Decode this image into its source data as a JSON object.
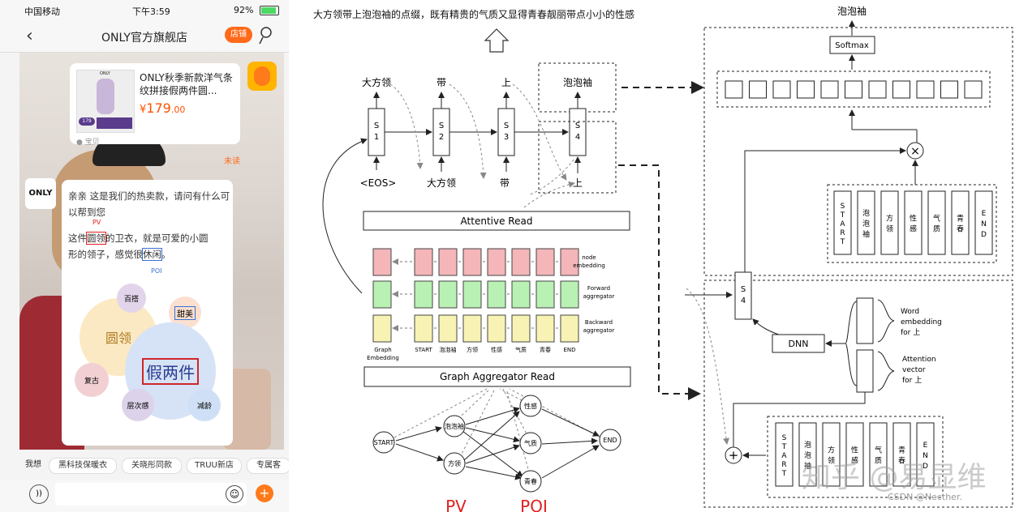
{
  "phone": {
    "carrier": "中国移动",
    "time": "下午3:59",
    "battery": "92%",
    "title": "ONLY官方旗舰店",
    "store_button": "店铺",
    "product": {
      "name": "ONLY秋季新款洋气条纹拼接假两件圆...",
      "price_symbol": "¥",
      "price_int": "179",
      "price_dec": ".00",
      "tag": "宝贝",
      "thumb_brand": "ONLY",
      "thumb_badge": "179"
    },
    "unread": "未读",
    "brand_logo": "ONLY",
    "chat": {
      "greeting": "亲亲 这是我们的热卖款，请问有什么可以帮到您",
      "reply_line1_a": "这件",
      "reply_pv": "圆领",
      "reply_line1_b": "的卫衣，就是可爱的小圆",
      "reply_line2_a": "形的领子，感觉很",
      "reply_poi": "休闲",
      "reply_line2_b": "。",
      "pv_label": "PV",
      "poi_label": "POI"
    },
    "bubbles": {
      "b1": "百搭",
      "b2": "甜美",
      "b3": "圆领",
      "b4": "假两件",
      "b5": "复古",
      "b6": "层次感",
      "b7": "减龄"
    },
    "quick_replies": [
      "我想",
      "黑科技保暖衣",
      "关晓彤同款",
      "TRUU新店",
      "专属客"
    ]
  },
  "diagram": {
    "top_sentence": "大方领带上泡泡袖的点缀，既有精贵的气质又显得青春靓丽带点小小的性感",
    "decoder_outputs": [
      "大方领",
      "带",
      "上",
      "泡泡袖"
    ],
    "decoder_cells": [
      "S\n1",
      "S\n2",
      "S\n3",
      "S\n4"
    ],
    "decoder_inputs": [
      "<EOS>",
      "大方领",
      "带",
      "上"
    ],
    "attentive_read": "Attentive Read",
    "embedding_labels": [
      "node\nembedding",
      "Forward\naggregator",
      "Backward\naggregator"
    ],
    "column_labels": [
      "Graph\nEmbedding",
      "START",
      "泡泡袖",
      "方领",
      "性感",
      "气质",
      "青春",
      "END"
    ],
    "graph_aggregator": "Graph Aggregator Read",
    "graph_nodes": [
      "START",
      "泡泡袖",
      "方领",
      "性感",
      "气质",
      "青春",
      "END"
    ],
    "pv_label": "PV",
    "poi_label": "POI",
    "right_top_output": "泡泡袖",
    "softmax": "Softmax",
    "multiply": "×",
    "right_vocab_top": [
      "S\nT\nA\nR\nT",
      "泡\n泡\n袖",
      "方\n领",
      "性\n感",
      "气\n质",
      "青\n春",
      "E\nN\nD"
    ],
    "s4_label": "S\n4",
    "dnn": "DNN",
    "word_embedding": "Word\nembedding\nfor 上",
    "attention_vector": "Attention\nvector\nfor 上",
    "plus": "+",
    "right_vocab_bottom": [
      "S\nT\nA\nR\nT",
      "泡\n泡\n袖",
      "方\n领",
      "性\n感",
      "气\n质",
      "青\n春",
      "E\nN\nD"
    ],
    "watermark": "知乎 @易显维",
    "csdn": "CSDN @Necther."
  },
  "colors": {
    "node_embedding": "#f4b6b8",
    "forward": "#b9f0b4",
    "backward": "#f8f3b4",
    "red_text": "#e02020",
    "orange": "#ff6a1a"
  }
}
